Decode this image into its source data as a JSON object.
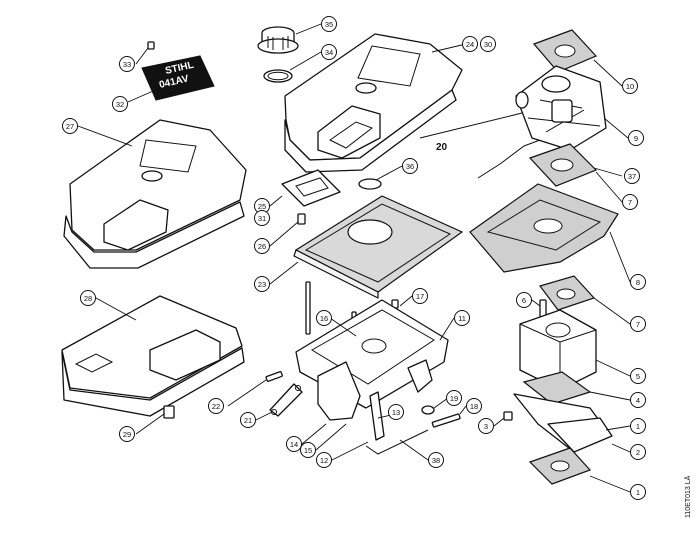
{
  "diagram": {
    "reference_code": "110ET013 LÄ",
    "badge": {
      "line1": "STIHL",
      "line2": "041AV"
    },
    "plain_label": "20",
    "callouts": [
      {
        "id": "c35",
        "label": "35"
      },
      {
        "id": "c34",
        "label": "34"
      },
      {
        "id": "c33",
        "label": "33"
      },
      {
        "id": "c32",
        "label": "32"
      },
      {
        "id": "c24",
        "label": "24"
      },
      {
        "id": "c30",
        "label": "30"
      },
      {
        "id": "c10",
        "label": "10"
      },
      {
        "id": "c9",
        "label": "9"
      },
      {
        "id": "c37",
        "label": "37"
      },
      {
        "id": "c7a",
        "label": "7"
      },
      {
        "id": "c36",
        "label": "36"
      },
      {
        "id": "c27",
        "label": "27"
      },
      {
        "id": "c25",
        "label": "25"
      },
      {
        "id": "c31",
        "label": "31"
      },
      {
        "id": "c26",
        "label": "26"
      },
      {
        "id": "c23",
        "label": "23"
      },
      {
        "id": "c8",
        "label": "8"
      },
      {
        "id": "c17",
        "label": "17"
      },
      {
        "id": "c16",
        "label": "16"
      },
      {
        "id": "c11",
        "label": "11"
      },
      {
        "id": "c6",
        "label": "6"
      },
      {
        "id": "c7b",
        "label": "7"
      },
      {
        "id": "c28",
        "label": "28"
      },
      {
        "id": "c5",
        "label": "5"
      },
      {
        "id": "c4",
        "label": "4"
      },
      {
        "id": "c22",
        "label": "22"
      },
      {
        "id": "c21",
        "label": "21"
      },
      {
        "id": "c19",
        "label": "19"
      },
      {
        "id": "c18",
        "label": "18"
      },
      {
        "id": "c13",
        "label": "13"
      },
      {
        "id": "c3",
        "label": "3"
      },
      {
        "id": "c1a",
        "label": "1"
      },
      {
        "id": "c29",
        "label": "29"
      },
      {
        "id": "c14",
        "label": "14"
      },
      {
        "id": "c15",
        "label": "15"
      },
      {
        "id": "c12",
        "label": "12"
      },
      {
        "id": "c38",
        "label": "38"
      },
      {
        "id": "c2",
        "label": "2"
      },
      {
        "id": "c1b",
        "label": "1"
      }
    ]
  }
}
